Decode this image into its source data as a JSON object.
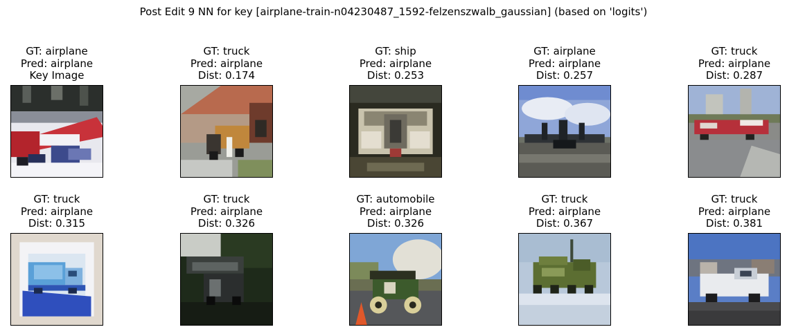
{
  "title": "Post Edit 9 NN for key [airplane-train-n04230487_1592-felzenszwalb_gaussian] (based on 'logits')",
  "panels": [
    {
      "gt": "GT: airplane",
      "pred": "Pred: airplane",
      "extra": "Key Image",
      "icon": "key-image-red-vehicle"
    },
    {
      "gt": "GT: truck",
      "pred": "Pred: airplane",
      "extra": "Dist: 0.174",
      "icon": "truck-by-house"
    },
    {
      "gt": "GT: ship",
      "pred": "Pred: airplane",
      "extra": "Dist: 0.253",
      "icon": "dark-vehicle-front"
    },
    {
      "gt": "GT: airplane",
      "pred": "Pred: airplane",
      "extra": "Dist: 0.257",
      "icon": "aircraft-on-runway"
    },
    {
      "gt": "GT: truck",
      "pred": "Pred: airplane",
      "extra": "Dist: 0.287",
      "icon": "fire-truck-street"
    },
    {
      "gt": "GT: truck",
      "pred": "Pred: airplane",
      "extra": "Dist: 0.315",
      "icon": "blue-truck-drawing"
    },
    {
      "gt": "GT: truck",
      "pred": "Pred: airplane",
      "extra": "Dist: 0.326",
      "icon": "dark-truck-trees"
    },
    {
      "gt": "GT: automobile",
      "pred": "Pred: airplane",
      "extra": "Dist: 0.326",
      "icon": "old-car-street"
    },
    {
      "gt": "GT: truck",
      "pred": "Pred: airplane",
      "extra": "Dist: 0.367",
      "icon": "green-military-truck"
    },
    {
      "gt": "GT: truck",
      "pred": "Pred: airplane",
      "extra": "Dist: 0.381",
      "icon": "white-pickup-truck"
    }
  ]
}
